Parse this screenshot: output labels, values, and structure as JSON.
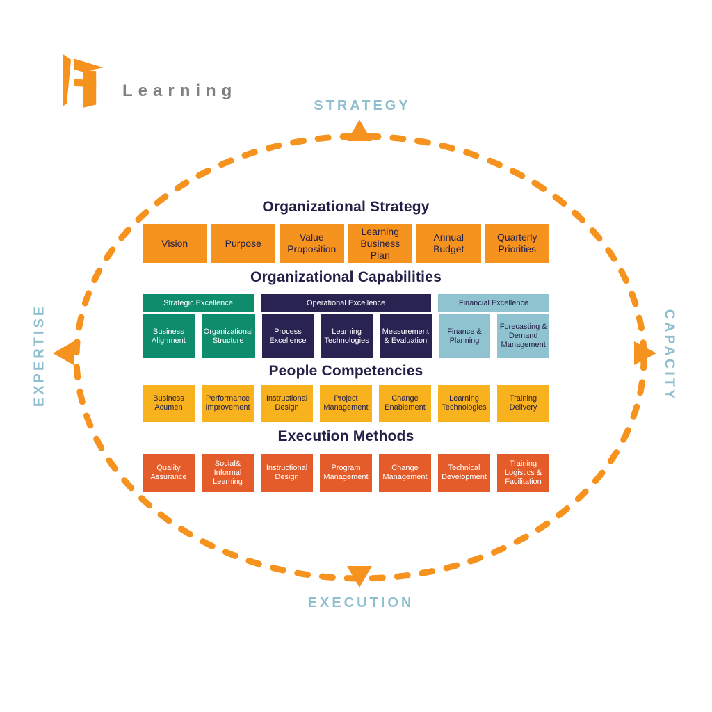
{
  "logo": {
    "brand": "Learning"
  },
  "compass": {
    "top": "STRATEGY",
    "right": "CAPACITY",
    "bottom": "EXECUTION",
    "left": "EXPERTISE"
  },
  "sections": {
    "strategy": {
      "heading": "Organizational Strategy",
      "items": [
        "Vision",
        "Purpose",
        "Value Proposition",
        "Learning Business Plan",
        "Annual Budget",
        "Quarterly Priorities"
      ]
    },
    "capabilities": {
      "heading": "Organizational Capabilities",
      "groups": [
        {
          "label": "Strategic Excellence",
          "items": [
            "Business Alignment",
            "Organizational Structure"
          ]
        },
        {
          "label": "Operational Excellence",
          "items": [
            "Process Excellence",
            "Learning Technologies",
            "Measurement & Evaluation"
          ]
        },
        {
          "label": "Financial Excellence",
          "items": [
            "Finance & Planning",
            "Forecasting & Demand Management"
          ]
        }
      ]
    },
    "people": {
      "heading": "People Competencies",
      "items": [
        "Business Acumen",
        "Performance Improvement",
        "Instructional Design",
        "Project Management",
        "Change Enablement",
        "Learning Technologies",
        "Training Delivery"
      ]
    },
    "execution": {
      "heading": "Execution Methods",
      "items": [
        "Quality Assurance",
        "Social& Informal Learning",
        "Instructional Design",
        "Program Management",
        "Change Management",
        "Technical Development",
        "Training Logistics & Facilitation"
      ]
    }
  },
  "colors": {
    "orange": "#F6921E",
    "yellow": "#F7B21D",
    "red_orange": "#E55C2B",
    "green": "#0F8C6B",
    "navy": "#282350",
    "light_blue": "#8EC3CF",
    "compass_blue": "#8FBFCE",
    "text_navy": "#232047"
  }
}
